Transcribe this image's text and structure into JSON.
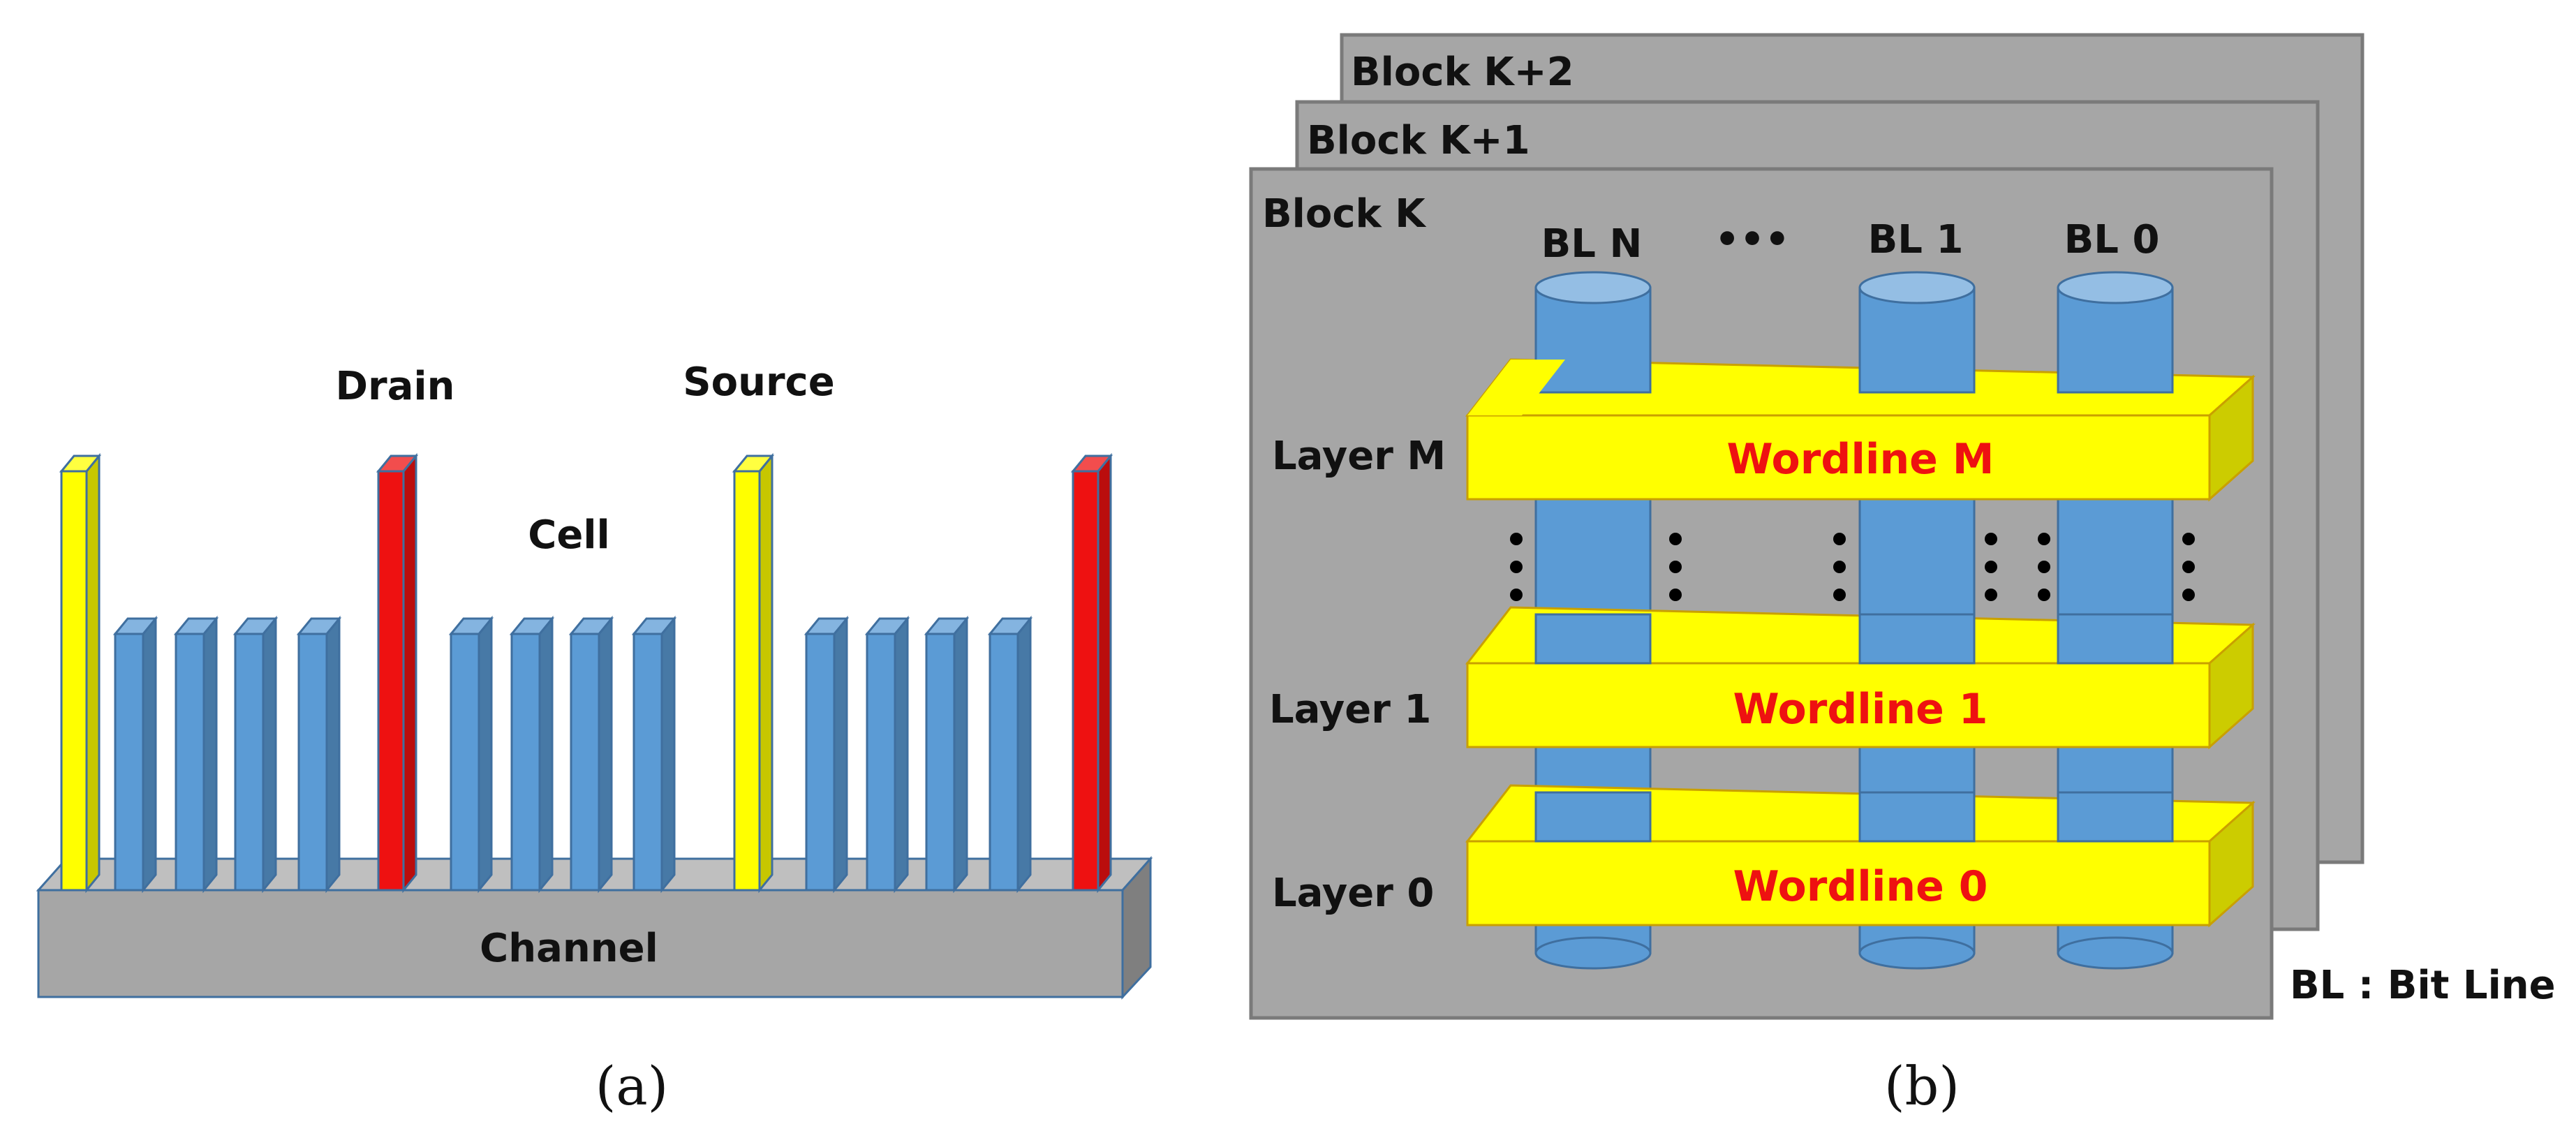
{
  "panel_a": {
    "caption": "(a)",
    "labels": {
      "drain": "Drain",
      "source": "Source",
      "cell": "Cell",
      "channel": "Channel"
    },
    "colors": {
      "cell": "#5b9bd5",
      "drain": "#ee1111",
      "source": "#ffff00",
      "channel": "#a6a6a6"
    }
  },
  "panel_b": {
    "caption": "(b)",
    "blocks": [
      "Block K+2",
      "Block K+1",
      "Block K"
    ],
    "bitlines": [
      "BL N",
      "BL 1",
      "BL 0"
    ],
    "bitline_ellipsis": "•••",
    "layers": [
      {
        "label": "Layer M",
        "wordline": "Wordline M"
      },
      {
        "label": "Layer 1",
        "wordline": "Wordline 1"
      },
      {
        "label": "Layer 0",
        "wordline": "Wordline 0"
      }
    ],
    "legend": "BL : Bit Line",
    "colors": {
      "block": "#a6a6a6",
      "wordline": "#ffff00",
      "bitline": "#5b9bd5",
      "wordline_text": "#ee1111"
    }
  }
}
